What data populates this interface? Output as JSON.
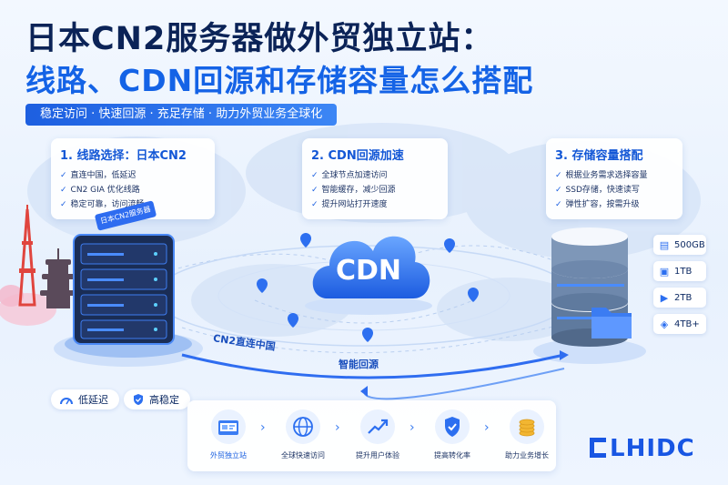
{
  "title": {
    "line1": "日本CN2服务器做外贸独立站：",
    "line2": "线路、CDN回源和存储容量怎么搭配"
  },
  "subtitle": "稳定访问 · 快速回源 · 充足存储 · 助力外贸业务全球化",
  "cards": [
    {
      "heading": "1. 线路选择：日本CN2",
      "items": [
        "直连中国，低延迟",
        "CN2 GIA 优化线路",
        "稳定可靠，访问流畅"
      ]
    },
    {
      "heading": "2. CDN回源加速",
      "items": [
        "全球节点加速访问",
        "智能缓存，减少回源",
        "提升网站打开速度"
      ]
    },
    {
      "heading": "3. 存储容量搭配",
      "items": [
        "根据业务需求选择容量",
        "SSD存储，快速读写",
        "弹性扩容，按需升级"
      ]
    }
  ],
  "server_tag": "日本CN2服务器",
  "cdn_label": "CDN",
  "capacity_options": [
    {
      "icon": "document-icon",
      "label": "500GB"
    },
    {
      "icon": "image-icon",
      "label": "1TB"
    },
    {
      "icon": "video-icon",
      "label": "2TB"
    },
    {
      "icon": "layers-icon",
      "label": "4TB+"
    }
  ],
  "flow_labels": {
    "cn2": "CN2直连中国",
    "smart": "智能回源"
  },
  "features": [
    {
      "icon": "gauge-icon",
      "label": "低延迟"
    },
    {
      "icon": "shield-icon",
      "label": "高稳定"
    }
  ],
  "steps": [
    {
      "icon": "storefront-icon",
      "label": "外贸独立站"
    },
    {
      "icon": "globe-icon",
      "label": "全球快速访问"
    },
    {
      "icon": "trend-up-icon",
      "label": "提升用户体验"
    },
    {
      "icon": "shield-check-icon",
      "label": "提高转化率"
    },
    {
      "icon": "coins-icon",
      "label": "助力业务增长"
    }
  ],
  "brand": "LHIDC",
  "colors": {
    "primary": "#1463e6",
    "navy": "#0b2357",
    "accent_light": "#eaf2ff"
  }
}
